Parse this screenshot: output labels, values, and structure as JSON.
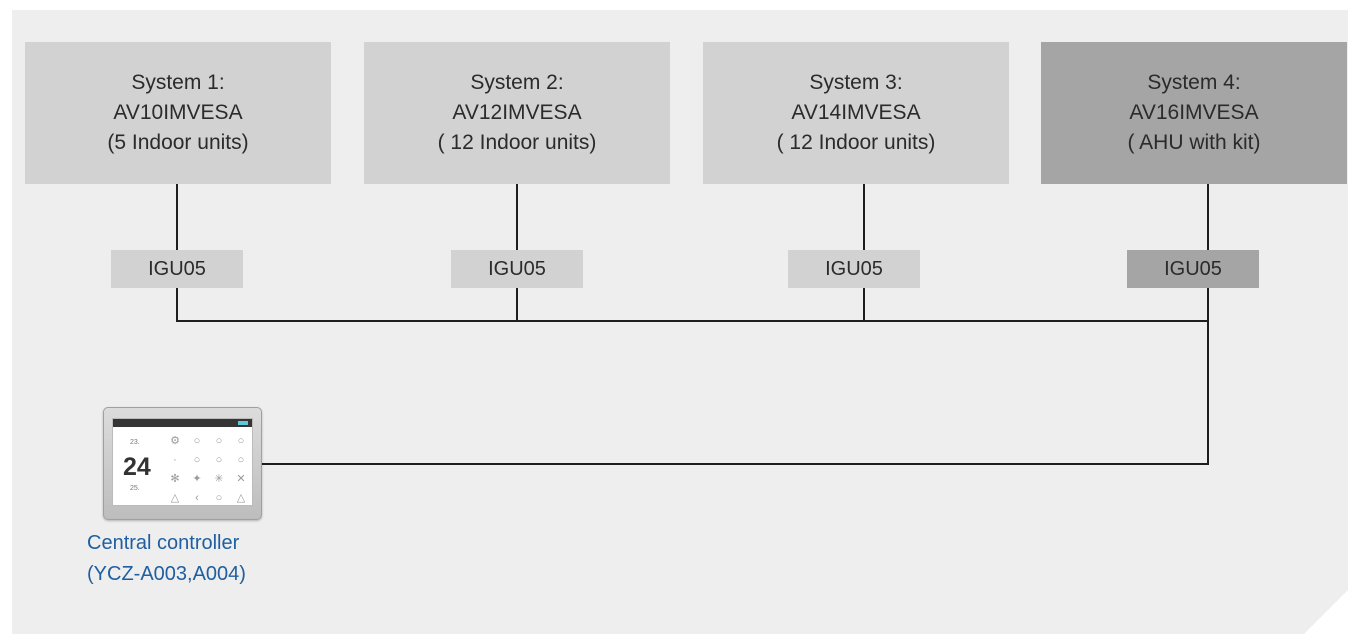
{
  "systems": [
    {
      "name": "System 1:",
      "model": "AV10IMVESA",
      "units": "(5 Indoor units)",
      "gateway": "IGU05"
    },
    {
      "name": "System 2:",
      "model": "AV12IMVESA",
      "units": "( 12 Indoor units)",
      "gateway": "IGU05"
    },
    {
      "name": "System 3:",
      "model": "AV14IMVESA",
      "units": "( 12 Indoor units)",
      "gateway": "IGU05"
    },
    {
      "name": "System 4:",
      "model": "AV16IMVESA",
      "units": "( AHU with kit)",
      "gateway": "IGU05"
    }
  ],
  "controller": {
    "label_line1": "Central controller",
    "label_line2": "(YCZ-A003,A004)",
    "screen": {
      "temp_main": "24",
      "temp_high": "23.",
      "temp_low": "25."
    }
  },
  "colors": {
    "background": "#eeeeee",
    "box": "#d2d2d2",
    "box_highlight": "#a5a5a5",
    "wire": "#1e1e1e",
    "controller_label": "#1f5fa0"
  }
}
